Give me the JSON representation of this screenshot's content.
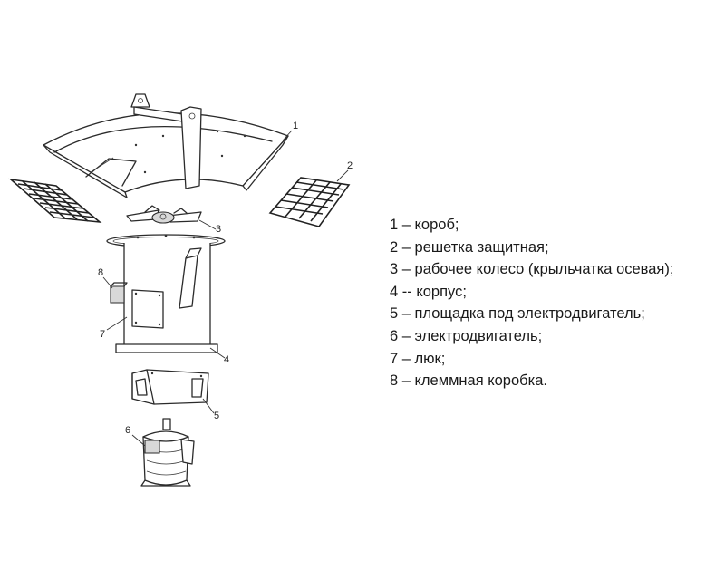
{
  "callouts": {
    "c1": "1",
    "c2": "2",
    "c3": "3",
    "c4": "4",
    "c5": "5",
    "c6": "6",
    "c7": "7",
    "c8": "8"
  },
  "legend": [
    "1 – короб;",
    "2 – решетка защитная;",
    "3 – рабочее колесо (крыльчатка осевая);",
    "4 -- корпус;",
    "5 – площадка под электродвигатель;",
    "6 – электродвигатель;",
    "7 – люк;",
    "8 – клеммная коробка."
  ]
}
